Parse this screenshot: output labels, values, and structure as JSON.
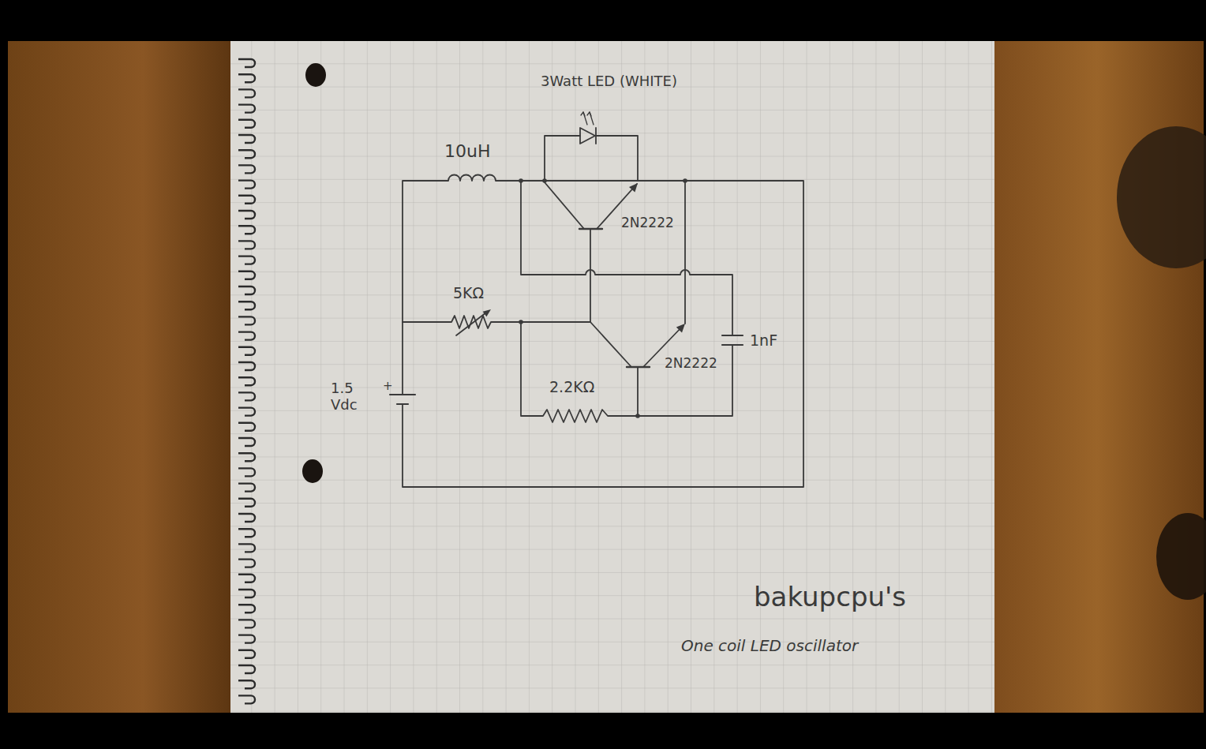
{
  "diagram": {
    "labels": [
      "3Watt LED (WHITE)",
      "10uH",
      "2N2222",
      "5KΩ",
      "2N2222",
      "1nF",
      "+",
      "1.5 Vdc",
      "2.2KΩ",
      "bakupcpu's",
      "One coil LED oscillator"
    ]
  }
}
